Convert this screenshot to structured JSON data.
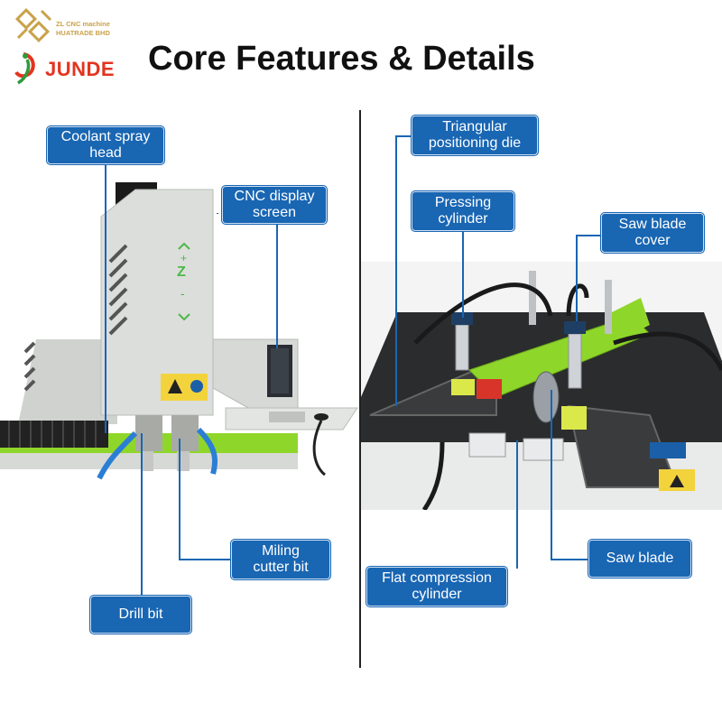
{
  "brand": {
    "zl_line1": "ZL CNC machine",
    "zl_line2": "HUATRADE BHD",
    "junde": "JUNDE",
    "gold": "#c9a24a",
    "red": "#e3341f"
  },
  "title": "Core Features & Details",
  "colors": {
    "callout": "#1966b3",
    "machine_green": "#8fd62a",
    "machine_grey": "#d7d9d6"
  },
  "left_labels": {
    "coolant": [
      "Coolant spray",
      "head"
    ],
    "cnc_display": [
      "CNC display",
      "screen"
    ],
    "milling": [
      "Miling",
      "cutter bit"
    ],
    "drill": "Drill bit"
  },
  "right_labels": {
    "triangular": [
      "Triangular",
      "positioning die"
    ],
    "pressing": [
      "Pressing",
      "cylinder"
    ],
    "saw_cover": [
      "Saw blade",
      "cover"
    ],
    "saw_blade": "Saw blade",
    "flat_compression": [
      "Flat compression",
      "cylinder"
    ]
  },
  "machine_panel_letter": "Z"
}
